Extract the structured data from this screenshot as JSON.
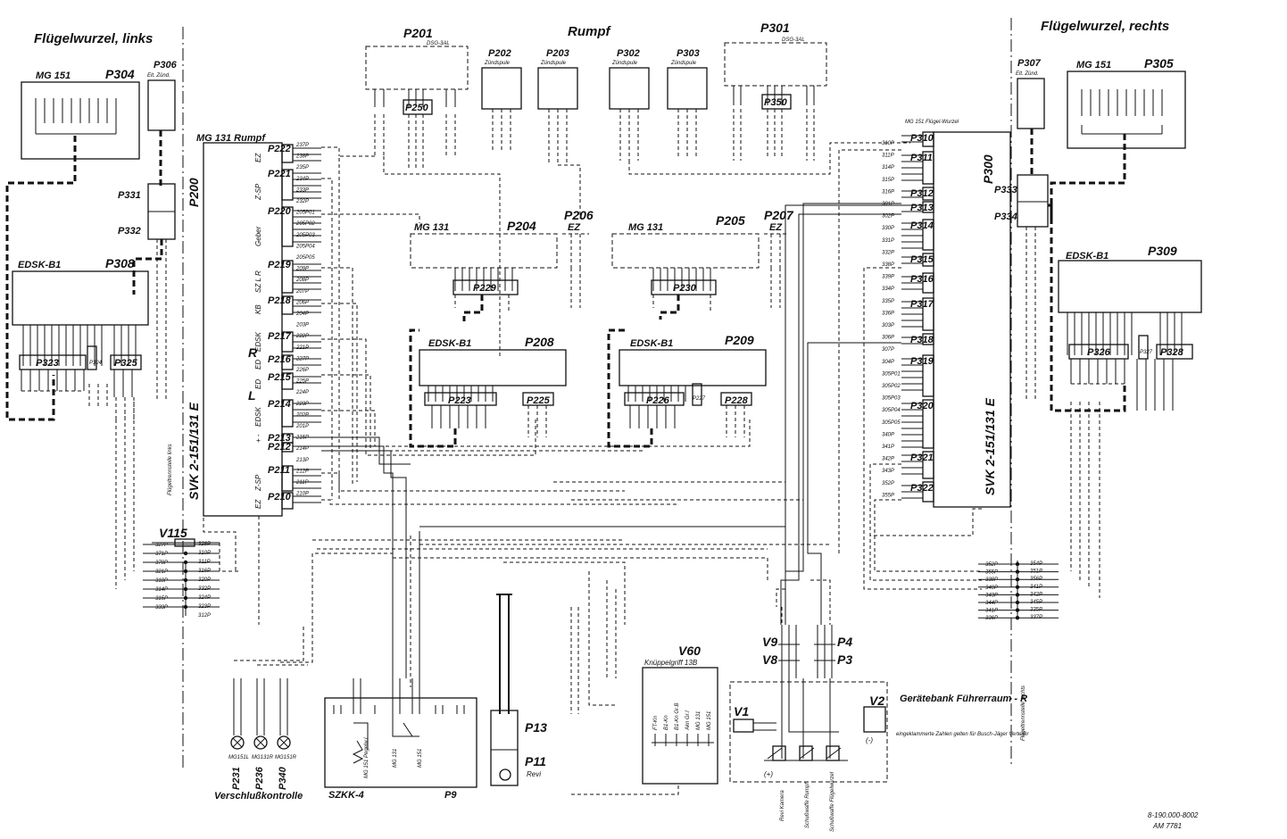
{
  "sections": {
    "left_root": "Flügelwurzel, links",
    "fuselage": "Rumpf",
    "right_root": "Flügelwurzel, rechts"
  },
  "blocks": {
    "P201": {
      "id": "P201",
      "sub": "DSG-3AL"
    },
    "P202": {
      "id": "P202",
      "sub": "Zündspule"
    },
    "P203": {
      "id": "P203",
      "sub": "Zündspule"
    },
    "P302": {
      "id": "P302",
      "sub": "Zündspule"
    },
    "P303": {
      "id": "P303",
      "sub": "Zündspule"
    },
    "P301": {
      "id": "P301",
      "sub": "DSG-3AL"
    },
    "P250": "P250",
    "P350": "P350",
    "P304": {
      "id": "P304",
      "name": "MG 151"
    },
    "P306": {
      "id": "P306",
      "sub": "Elt. Zünd."
    },
    "P307": {
      "id": "P307",
      "sub": "Elt. Zünd."
    },
    "P305": {
      "id": "P305",
      "name": "MG 151"
    },
    "P331": "P331",
    "P332": "P332",
    "P333": "P333",
    "P334": "P334",
    "P308": {
      "id": "P308",
      "name": "EDSK-B1"
    },
    "P309": {
      "id": "P309",
      "name": "EDSK-B1"
    },
    "P323": "P323",
    "P324": "P324",
    "P325": "P325",
    "P326": "P326",
    "P327": "P327",
    "P328": "P328",
    "P200": {
      "id": "P200",
      "name": "MG 131 Rumpf",
      "svk": "SVK 2-151/131 E"
    },
    "P300": {
      "id": "P300",
      "name": "MG 151 Flügel-Wurzel",
      "svk": "SVK 2-151/131 E"
    },
    "P204": {
      "id": "P204",
      "name": "MG 131"
    },
    "P205": {
      "id": "P205",
      "name": "MG 131"
    },
    "P206": {
      "id": "P206",
      "sub": "EZ"
    },
    "P207": {
      "id": "P207",
      "sub": "EZ"
    },
    "P229": "P229",
    "P230": "P230",
    "P208": {
      "id": "P208",
      "name": "EDSK-B1"
    },
    "P209": {
      "id": "P209",
      "name": "EDSK-B1"
    },
    "P223": "P223",
    "P225": "P225",
    "P226": "P226",
    "P227": "P227",
    "P228": "P228",
    "V115": "V115",
    "V60": {
      "id": "V60",
      "sub": "Knüppelgriff 13B"
    },
    "V9": "V9",
    "V8": "V8",
    "P4": "P4",
    "P3": "P3",
    "V1": "V1",
    "V2": "V2",
    "P13": "P13",
    "P11": {
      "id": "P11",
      "sub": "Revi"
    },
    "P9": "P9",
    "SZKK": "SZKK-4",
    "P231": "P231",
    "P236": "P236",
    "P340": "P340"
  },
  "left_plugs": [
    {
      "id": "P222",
      "group": "EZ"
    },
    {
      "id": "P221",
      "group": "Z-SP"
    },
    {
      "id": "P220",
      "group": "Geber"
    },
    {
      "id": "P219",
      "group": "SZ L R"
    },
    {
      "id": "P218",
      "group": "KB"
    },
    {
      "id": "P217",
      "group": "EDSK"
    },
    {
      "id": "P216",
      "group": "ED"
    },
    {
      "id": "P215",
      "group": "ED"
    },
    {
      "id": "P214",
      "group": "EDSK"
    },
    {
      "id": "P213",
      "group": "+ -"
    },
    {
      "id": "P212",
      "group": ""
    },
    {
      "id": "P211",
      "group": "Z-SP"
    },
    {
      "id": "P210",
      "group": "EZ"
    }
  ],
  "left_side_labels": [
    "R",
    "L"
  ],
  "right_plugs": [
    "P310",
    "P311",
    "P312",
    "P313",
    "P314",
    "P315",
    "P316",
    "P317",
    "P318",
    "P319",
    "P320",
    "P321",
    "P322"
  ],
  "right_wires": [
    "310P",
    "311P",
    "314P",
    "315P",
    "316P",
    "301P",
    "302P",
    "330P",
    "331P",
    "332P",
    "338P",
    "339P",
    "334P",
    "335P",
    "336P",
    "303P",
    "306P",
    "307P",
    "304P",
    "305P01",
    "305P02",
    "305P03",
    "305P04",
    "305P05",
    "340P",
    "341P",
    "342P",
    "343P",
    "352P",
    "355P"
  ],
  "left_wires": [
    "237P",
    "238P",
    "235P",
    "234P",
    "233P",
    "232P",
    "205P01",
    "205P02",
    "205P03",
    "205P04",
    "205P05",
    "209P",
    "208P",
    "207P",
    "206P",
    "204P",
    "203P",
    "222P",
    "221P",
    "227P",
    "226P",
    "225P",
    "224P",
    "223P",
    "202P",
    "201P",
    "215P",
    "214P",
    "213P",
    "212P",
    "211P",
    "210P"
  ],
  "v115_left": [
    "327P",
    "371P",
    "378P",
    "321P",
    "318P",
    "314P",
    "315P",
    "333P"
  ],
  "v115_right": [
    "328P",
    "310P",
    "311P",
    "316P",
    "320P",
    "332P",
    "324P",
    "323P",
    "312P"
  ],
  "right_terminal_left": [
    "352P",
    "355P",
    "338P",
    "340P",
    "343P",
    "344P",
    "341P",
    "336P"
  ],
  "right_terminal_right": [
    "354P",
    "351P",
    "356P",
    "341P",
    "342P",
    "345P",
    "335P",
    "337P"
  ],
  "v60_labels": [
    "FT-Kn",
    "B1-Kn",
    "B1-Kn Gr.B",
    "Akn Gr.I",
    "MG 131",
    "MG 151"
  ],
  "p9_labels": [
    "MG 151 Pegelw.L",
    "MG 131",
    "MG 151"
  ],
  "lamps": [
    "MG151L",
    "MG131R",
    "MG151R"
  ],
  "lamps_caption": "Verschlußkontrolle",
  "geraetebank": {
    "title": "Gerätebank Führerraum - R",
    "note": "eingeklammerte Zahlen gelten für Busch-Jäger Verteiler",
    "minus": "(-)",
    "plus": "(+)"
  },
  "bottom_labels": [
    "Revi Kamera",
    "Schußwaffe Rumpf",
    "Schußwaffe Flügelwurzel"
  ],
  "trennstelle_left": "Flügeltrennstelle links",
  "trennstelle_right": "Flügeltrennstelle rechts",
  "doc_number": "8-190.000-8002",
  "doc_code": "AM 7781"
}
